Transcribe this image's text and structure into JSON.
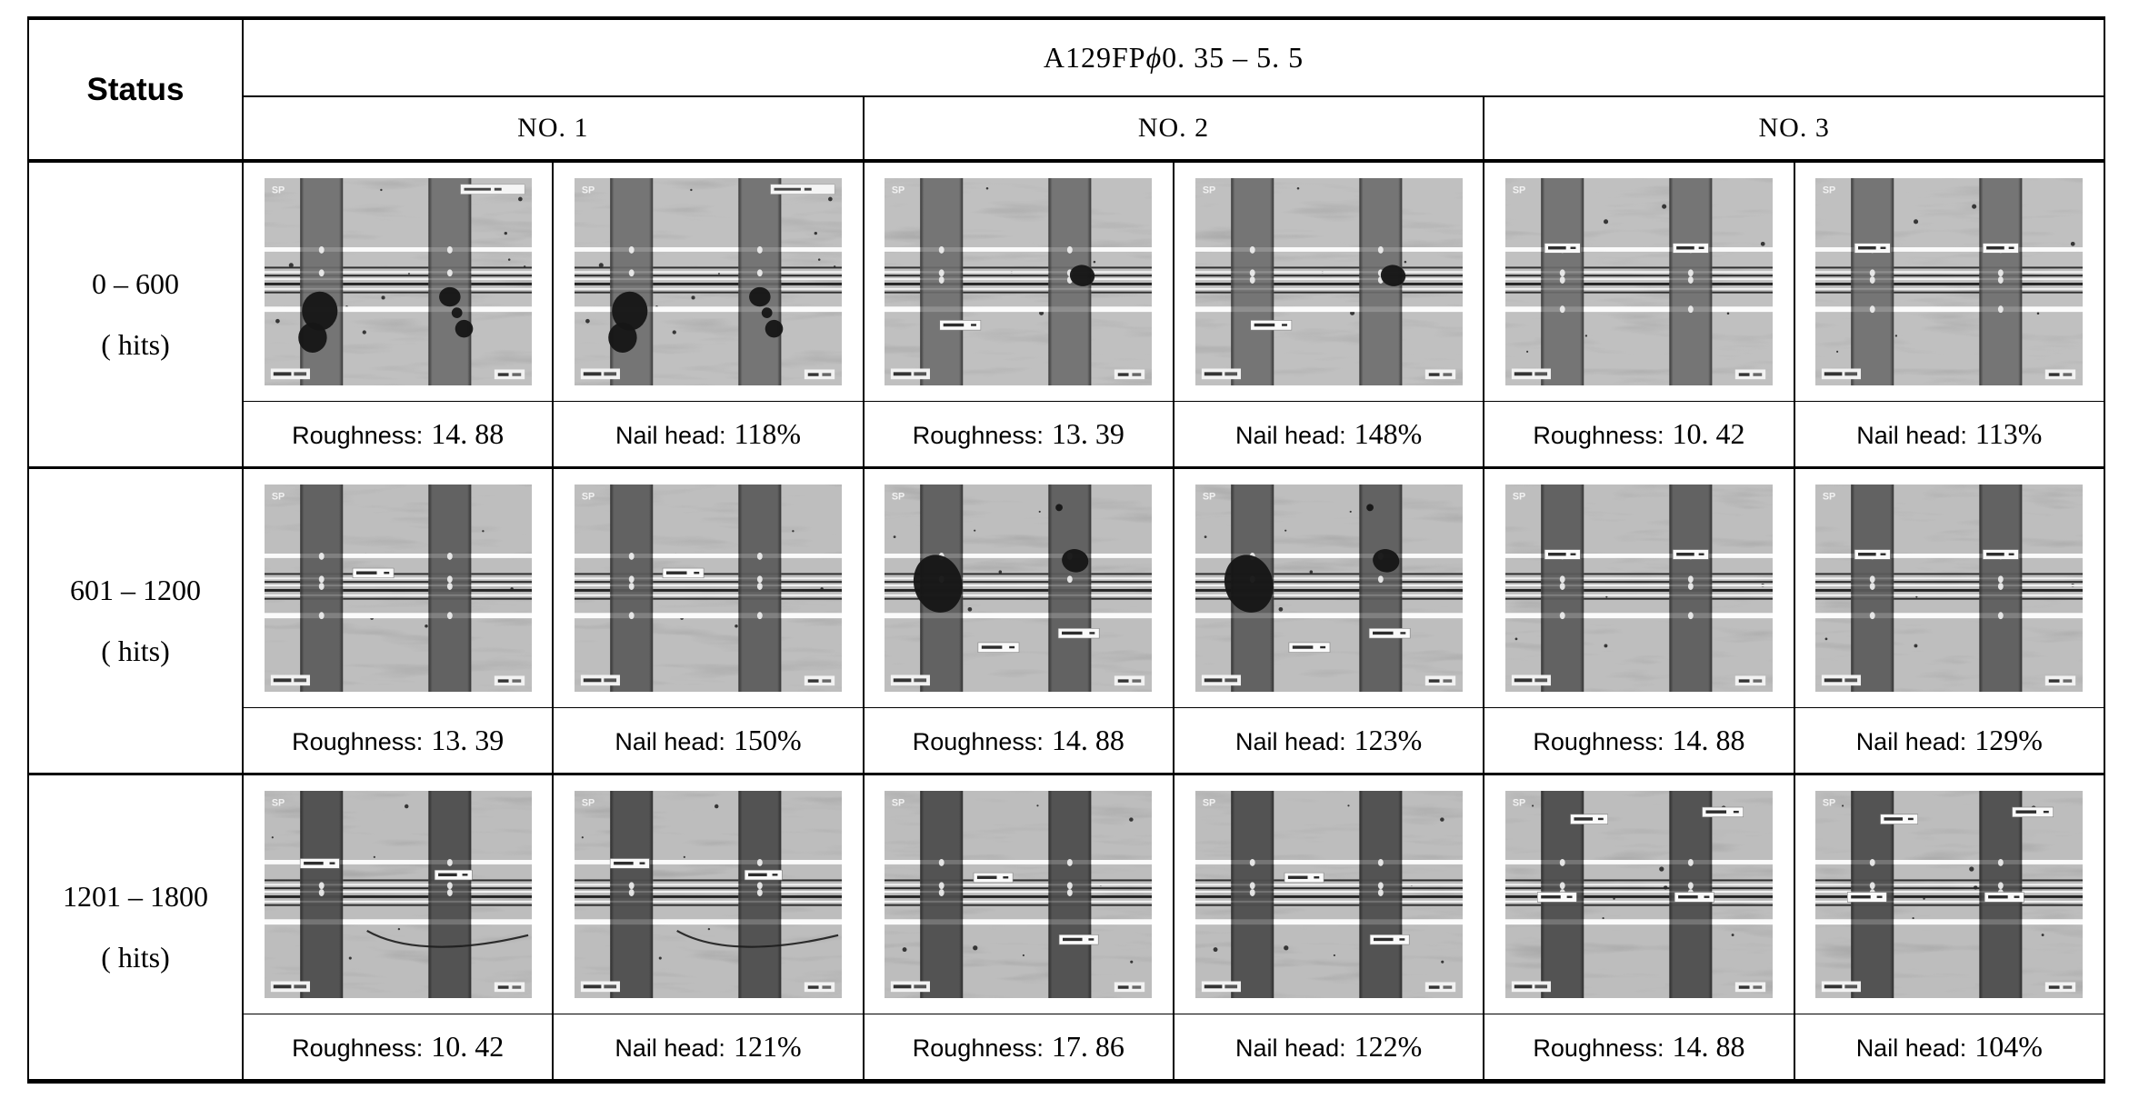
{
  "table": {
    "status_header": "Status",
    "group_header_prefix": "A129FP",
    "group_header_phi": "ϕ",
    "group_header_suffix": "0. 35 – 5. 5",
    "col_headers": [
      "NO. 1",
      "NO. 2",
      "NO. 3"
    ],
    "rows": [
      {
        "status_line1": "0 – 600",
        "status_line2": "( hits)",
        "cells": [
          {
            "label": "Roughness:",
            "value": "14. 88",
            "photo": {
              "shade": "light",
              "seed": 11,
              "specks": 14,
              "header_tag": true,
              "dots": 2,
              "blobs": [
                [
                  62,
                  150,
                  20,
                  22
                ],
                [
                  54,
                  180,
                  16,
                  17
                ],
                [
                  208,
                  134,
                  12,
                  11
                ],
                [
                  216,
                  152,
                  6,
                  6
                ],
                [
                  224,
                  170,
                  10,
                  10
                ]
              ],
              "tags": []
            }
          },
          {
            "label": "Nail head:",
            "value": "118%",
            "photo": {
              "shade": "light",
              "seed": 11,
              "specks": 14,
              "header_tag": true,
              "dots": 2,
              "blobs": [
                [
                  62,
                  150,
                  20,
                  22
                ],
                [
                  54,
                  180,
                  16,
                  17
                ],
                [
                  208,
                  134,
                  12,
                  11
                ],
                [
                  216,
                  152,
                  6,
                  6
                ],
                [
                  224,
                  170,
                  10,
                  10
                ]
              ],
              "tags": []
            }
          },
          {
            "label": "Roughness:",
            "value": "13. 39",
            "photo": {
              "shade": "light",
              "seed": 12,
              "specks": 9,
              "dots": 3,
              "blobs": [
                [
                  222,
                  110,
                  14,
                  12
                ]
              ],
              "tags": [
                [
                  85,
                  166,
                  46
                ]
              ]
            }
          },
          {
            "label": "Nail head:",
            "value": "148%",
            "photo": {
              "shade": "light",
              "seed": 12,
              "specks": 9,
              "dots": 3,
              "blobs": [
                [
                  222,
                  110,
                  14,
                  12
                ]
              ],
              "tags": [
                [
                  85,
                  166,
                  46
                ]
              ]
            }
          },
          {
            "label": "Roughness:",
            "value": "10. 42",
            "photo": {
              "shade": "light",
              "seed": 13,
              "specks": 7,
              "dots": 4,
              "blobs": [],
              "tags": [
                [
                  64,
                  79,
                  40
                ],
                [
                  208,
                  79,
                  40
                ]
              ]
            }
          },
          {
            "label": "Nail head:",
            "value": "113%",
            "photo": {
              "shade": "light",
              "seed": 13,
              "specks": 7,
              "dots": 4,
              "blobs": [],
              "tags": [
                [
                  64,
                  79,
                  40
                ],
                [
                  208,
                  79,
                  40
                ]
              ]
            }
          }
        ]
      },
      {
        "status_line1": "601 – 1200",
        "status_line2": "( hits)",
        "cells": [
          {
            "label": "Roughness:",
            "value": "13. 39",
            "photo": {
              "shade": "medium",
              "seed": 21,
              "specks": 8,
              "dots": 4,
              "blobs": [],
              "tags": [
                [
                  122,
                  100,
                  46
                ]
              ]
            }
          },
          {
            "label": "Nail head:",
            "value": "150%",
            "photo": {
              "shade": "medium",
              "seed": 21,
              "specks": 8,
              "dots": 4,
              "blobs": [],
              "tags": [
                [
                  122,
                  100,
                  46
                ]
              ]
            }
          },
          {
            "label": "Roughness:",
            "value": "14. 88",
            "photo": {
              "shade": "medium",
              "seed": 22,
              "specks": 8,
              "dots": 2,
              "blobs": [
                [
                  60,
                  112,
                  27,
                  33
                ],
                [
                  214,
                  86,
                  15,
                  13
                ],
                [
                  196,
                  26,
                  4,
                  4
                ]
              ],
              "tags": [
                [
                  128,
                  184,
                  46
                ],
                [
                  218,
                  168,
                  46
                ]
              ]
            }
          },
          {
            "label": "Nail head:",
            "value": "123%",
            "photo": {
              "shade": "medium",
              "seed": 22,
              "specks": 8,
              "dots": 2,
              "blobs": [
                [
                  60,
                  112,
                  27,
                  33
                ],
                [
                  214,
                  86,
                  15,
                  13
                ],
                [
                  196,
                  26,
                  4,
                  4
                ]
              ],
              "tags": [
                [
                  128,
                  184,
                  46
                ],
                [
                  218,
                  168,
                  46
                ]
              ]
            }
          },
          {
            "label": "Roughness:",
            "value": "14. 88",
            "photo": {
              "shade": "medium",
              "seed": 23,
              "specks": 7,
              "dots": 4,
              "blobs": [],
              "tags": [
                [
                  64,
                  79,
                  40
                ],
                [
                  208,
                  79,
                  40
                ]
              ]
            }
          },
          {
            "label": "Nail head:",
            "value": "129%",
            "photo": {
              "shade": "medium",
              "seed": 23,
              "specks": 7,
              "dots": 4,
              "blobs": [],
              "tags": [
                [
                  64,
                  79,
                  40
                ],
                [
                  208,
                  79,
                  40
                ]
              ]
            }
          }
        ]
      },
      {
        "status_line1": "1201 – 1800",
        "status_line2": "( hits)",
        "cells": [
          {
            "label": "Roughness:",
            "value": "10. 42",
            "photo": {
              "shade": "dark",
              "seed": 31,
              "specks": 10,
              "dots": 3,
              "scratch": true,
              "blobs": [],
              "tags": [
                [
                  62,
                  82,
                  44
                ],
                [
                  212,
                  95,
                  42
                ]
              ]
            }
          },
          {
            "label": "Nail head:",
            "value": "121%",
            "photo": {
              "shade": "dark",
              "seed": 31,
              "specks": 10,
              "dots": 3,
              "scratch": true,
              "blobs": [],
              "tags": [
                [
                  62,
                  82,
                  44
                ],
                [
                  212,
                  95,
                  42
                ]
              ]
            }
          },
          {
            "label": "Roughness:",
            "value": "17. 86",
            "photo": {
              "shade": "dark",
              "seed": 32,
              "specks": 9,
              "dots": 3,
              "blobs": [],
              "tags": [
                [
                  122,
                  98,
                  44
                ],
                [
                  218,
                  168,
                  44
                ]
              ]
            }
          },
          {
            "label": "Nail head:",
            "value": "122%",
            "photo": {
              "shade": "dark",
              "seed": 32,
              "specks": 9,
              "dots": 3,
              "blobs": [],
              "tags": [
                [
                  122,
                  98,
                  44
                ],
                [
                  218,
                  168,
                  44
                ]
              ]
            }
          },
          {
            "label": "Roughness:",
            "value": "14. 88",
            "photo": {
              "shade": "dark",
              "seed": 33,
              "specks": 10,
              "dots": 3,
              "blobs": [],
              "tags": [
                [
                  94,
                  32,
                  42
                ],
                [
                  244,
                  24,
                  46
                ],
                [
                  58,
                  120,
                  44
                ],
                [
                  212,
                  120,
                  44
                ]
              ]
            }
          },
          {
            "label": "Nail head:",
            "value": "104%",
            "photo": {
              "shade": "dark",
              "seed": 33,
              "specks": 10,
              "dots": 3,
              "blobs": [],
              "tags": [
                [
                  94,
                  32,
                  42
                ],
                [
                  244,
                  24,
                  46
                ],
                [
                  58,
                  120,
                  44
                ],
                [
                  212,
                  120,
                  44
                ]
              ]
            }
          }
        ]
      }
    ]
  }
}
